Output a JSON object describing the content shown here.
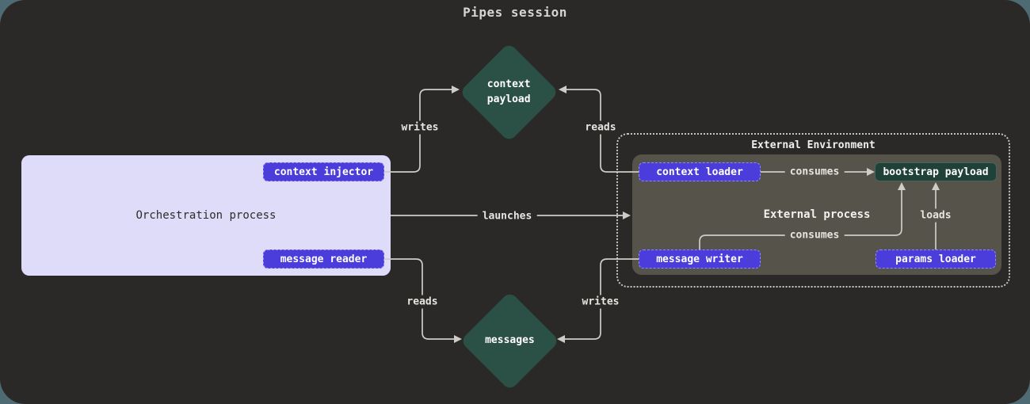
{
  "title": "Pipes session",
  "colors": {
    "page_bg": "#4e6b73",
    "card_bg": "#2b2927",
    "accent_purple": "#4b3ddb",
    "diamond_green": "#2b5046",
    "bootstrap_green": "#1f4137",
    "orchestration_bg": "#dedcf9",
    "external_process_bg": "#56534a",
    "connector": "#cfccc8"
  },
  "orchestration": {
    "label": "Orchestration process",
    "context_injector": "context injector",
    "message_reader": "message reader"
  },
  "external": {
    "environment_title": "External Environment",
    "process_label": "External process",
    "context_loader": "context loader",
    "message_writer": "message writer",
    "params_loader": "params loader",
    "bootstrap_payload": "bootstrap payload"
  },
  "diamonds": {
    "context_payload": "context\npayload",
    "messages": "messages"
  },
  "edges": {
    "writes_top": "writes",
    "reads_top": "reads",
    "launches": "launches",
    "consumes_top": "consumes",
    "consumes_bottom": "consumes",
    "loads": "loads",
    "reads_bottom": "reads",
    "writes_bottom": "writes"
  }
}
